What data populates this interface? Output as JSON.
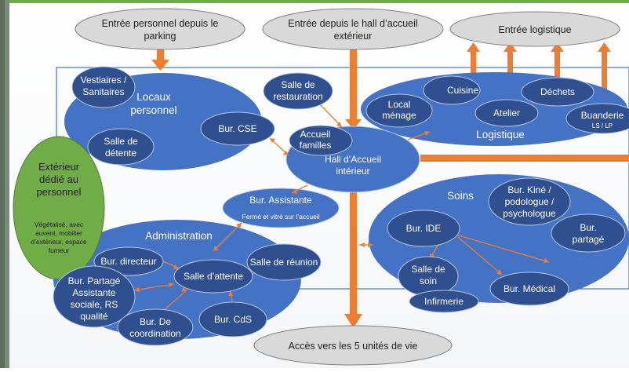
{
  "colors": {
    "frame_green": "#70ad47",
    "area_blue": "#4472c4",
    "room_dark": "#2f4f8f",
    "room_outline": "#b4c7e7",
    "arrow_orange": "#ed7d31",
    "entry_grey": "#d9d9d9",
    "garden_green": "#70ad47"
  },
  "entries": {
    "staff_parking": [
      "Entrée personnel depuis le",
      "parking"
    ],
    "outdoor_hall": [
      "Entrée depuis le hall d’accueil",
      "extérieur"
    ],
    "logistics": [
      "Entrée logistique"
    ],
    "living_units": [
      "Accès vers les 5 unités de vie"
    ]
  },
  "outdoor_staff_area": {
    "title": [
      "Extérieur",
      "dédié au",
      "personnel"
    ],
    "details": [
      "Végétalisé, avec",
      "auvent, mobilier",
      "d’extérieur, espace",
      "fumeur"
    ]
  },
  "zones": {
    "staff_premises": [
      "Locaux",
      "personnel"
    ],
    "logistics": [
      "Logistique"
    ],
    "administration": [
      "Administration"
    ],
    "care": [
      "Soins"
    ]
  },
  "rooms": {
    "locker_rooms": [
      "Vestiaires /",
      "Sanitaires"
    ],
    "cse_office": [
      "Bur. CSE"
    ],
    "break_room": [
      "Salle de",
      "détente"
    ],
    "dining_room": [
      "Salle de",
      "restauration"
    ],
    "family_reception": [
      "Accueil",
      "familles"
    ],
    "indoor_hall": [
      "Hall d’Accueil",
      "intérieur"
    ],
    "kitchen": [
      "Cuisine"
    ],
    "waste": [
      "Déchets"
    ],
    "cleaning_room": [
      "Local",
      "ménage"
    ],
    "workshop": [
      "Atelier"
    ],
    "laundry": [
      "Buanderie"
    ],
    "laundry_note": [
      "LS / LP"
    ],
    "assistant_office": [
      "Bur. Assistante"
    ],
    "assistant_note": [
      "Fermé et vitré sur l’accueil"
    ],
    "director_office": [
      "Bur. directeur"
    ],
    "waiting_room": [
      "Salle d’attente"
    ],
    "meeting_room": [
      "Salle de réunion"
    ],
    "shared_office_admin": [
      "Bur. Partagé",
      "Assistante",
      "sociale, RS",
      "qualité"
    ],
    "coordination_office": [
      "Bur. De",
      "coordination"
    ],
    "cds_office": [
      "Bur. CdS"
    ],
    "ide_office": [
      "Bur. IDE"
    ],
    "physio_office": [
      "Bur. Kiné /",
      "podologue /",
      "psychologue"
    ],
    "shared_office_care": [
      "Bur.",
      "partagé"
    ],
    "care_room": [
      "Salle de",
      "soin"
    ],
    "infirmary": [
      "Infirmerie"
    ],
    "medical_office": [
      "Bur. Médical"
    ]
  }
}
